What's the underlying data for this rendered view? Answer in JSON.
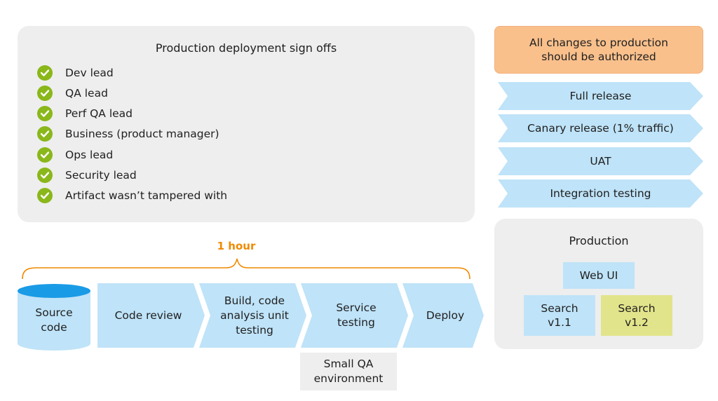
{
  "signoffs": {
    "title": "Production deployment sign offs",
    "items": [
      "Dev lead",
      "QA lead",
      "Perf QA lead",
      "Business (product manager)",
      "Ops lead",
      "Security lead",
      "Artifact wasn’t tampered with"
    ]
  },
  "authorization_note": "All changes to production\nshould be authorized",
  "release_stages": [
    "Full release",
    "Canary release (1% traffic)",
    "UAT",
    "Integration testing"
  ],
  "production": {
    "title": "Production",
    "web_ui": "Web UI",
    "search_v11": "Search\nv1.1",
    "search_v12": "Search\nv1.2"
  },
  "pipeline": {
    "duration": "1 hour",
    "source": "Source\ncode",
    "steps": [
      "Code review",
      "Build, code\nanalysis unit\ntesting",
      "Service\ntesting",
      "Deploy"
    ],
    "environment": "Small QA\nenvironment"
  },
  "colors": {
    "check_green": "#8ab71a",
    "stage_blue": "#bfe3f8",
    "source_blue": "#1a9be6",
    "note_orange": "#f9c08c",
    "highlight_yellow": "#e2e48b",
    "duration_orange": "#f08a00",
    "panel_gray": "#eeeeee"
  }
}
